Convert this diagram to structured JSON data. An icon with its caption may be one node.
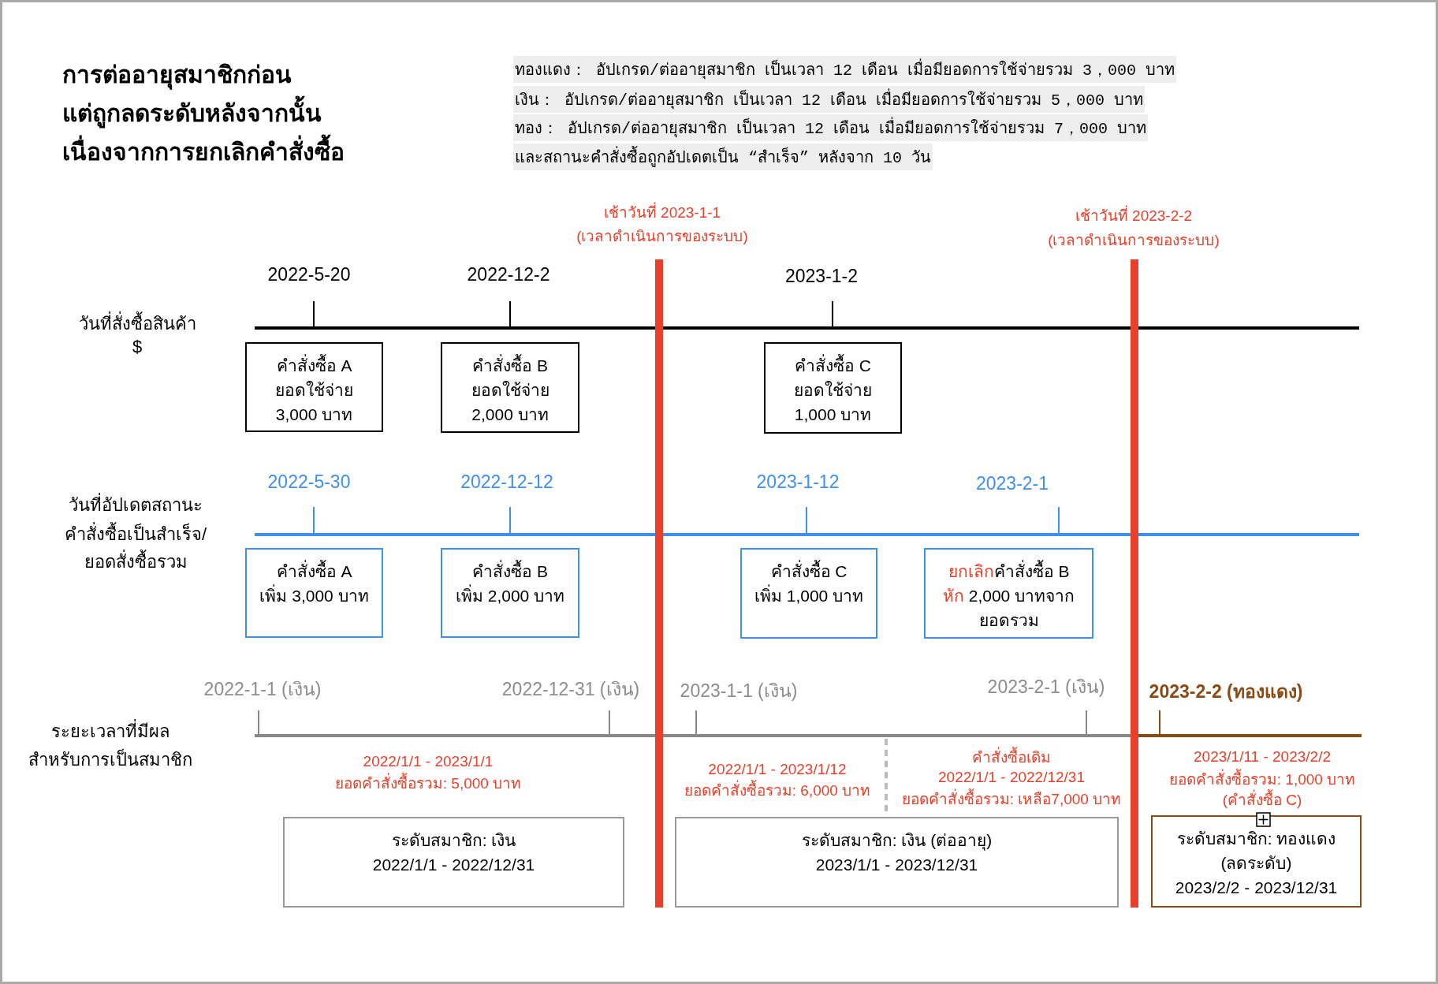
{
  "diagram": {
    "title": "การต่ออายุสมาชิกก่อน แต่ถูกลดระดับหลังจากนั้น เนื่องจากการยกเลิกคำสั่งซื้อ",
    "nodes": [
      {
        "text": [
          "คำสั่งซื้อ A",
          "ยอดใช้จ่าย",
          "3,000 บาท"
        ]
      },
      {
        "text": [
          "คำสั่งซื้อ B",
          "ยอดใช้จ่าย",
          "2,000 บาท"
        ]
      },
      {
        "text": [
          "คำสั่งซื้อ C",
          "ยอดใช้จ่าย",
          "1,000 บาท"
        ]
      },
      {
        "text": [
          "คำสั่งซื้อ A",
          "เพิ่ม 3,000 บาท"
        ]
      },
      {
        "text": [
          "คำสั่งซื้อ B",
          "เพิ่ม 2,000 บาท"
        ]
      },
      {
        "text": [
          "คำสั่งซื้อ C",
          "เพิ่ม 1,000 บาท"
        ]
      },
      {
        "text": [
          "**ยกเลิก**คำสั่งซื้อ B",
          "**หัก** 2,000 บาทจาก",
          "ยอดรวม"
        ]
      },
      {
        "text": [
          "ระดับสมาชิก: เงิน",
          "2022/1/1 - 2022/12/31"
        ]
      },
      {
        "text": [
          "ระดับสมาชิก: เงิน (ต่ออายุ)",
          "2023/1/1 - 2023/12/31"
        ]
      },
      {
        "text": [
          "ระดับสมาชิก: ทองแดง",
          "(ลดระดับ)",
          "2023/2/2 - 2023/12/31"
        ]
      }
    ],
    "labels": [
      "ทองแดง： อัปเกรด/ต่ออายุสมาชิก เป็นเวลา 12 เดือน เมื่อมียอดการใช้จ่ายรวม 3，000 บาท",
      "เงิน： อัปเกรด/ต่ออายุสมาชิก เป็นเวลา 12 เดือน เมื่อมียอดการใช้จ่ายรวม 5，000 บาท",
      "ทอง： อัปเกรด/ต่ออายุสมาชิก เป็นเวลา 12 เดือน เมื่อมียอดการใช้จ่ายรวม 7，000 บาท",
      "และสถานะคำสั่งซื้อถูกอัปเดตเป็น “สำเร็จ” หลังจาก 10 วัน",
      "เช้าวันที่ 2023-1-1",
      "(เวลาดำเนินการของระบบ)",
      "เช้าวันที่ 2023-2-2",
      "(เวลาดำเนินการของระบบ)",
      "2022-5-20",
      "2022-12-2",
      "2023-1-2",
      "วันที่สั่งซื้อสินค้า",
      "$",
      "2022-5-30",
      "2022-12-12",
      "2023-1-12",
      "2023-2-1",
      "วันที่อัปเดตสถานะ",
      "คำสั่งซื้อเป็นสำเร็จ/",
      "ยอดสั่งซื้อรวม",
      "2022-1-1 (เงิน)",
      "2022-12-31 (เงิน)",
      "2023-1-1 (เงิน)",
      "2023-2-1 (เงิน)",
      "2023-2-2 (ทองแดง)",
      "ระยะเวลาที่มีผล",
      "สำหรับการเป็นสมาชิก",
      "2022/1/1 - 2023/1/1",
      "ยอดคำสั่งซื้อรวม: 5,000 บาท",
      "2022/1/1 - 2023/1/12",
      "ยอดคำสั่งซื้อรวม: 6,000 บาท",
      "คำสั่งซื้อเดิม",
      "2022/1/1 - 2022/12/31",
      "ยอดคำสั่งซื้อรวม: เหลือ7,000 บาท",
      "2023/1/11 - 2023/2/2",
      "ยอดคำสั่งซื้อรวม: 1,000 บาท",
      "(คำสั่งซื้อ C)"
    ]
  }
}
